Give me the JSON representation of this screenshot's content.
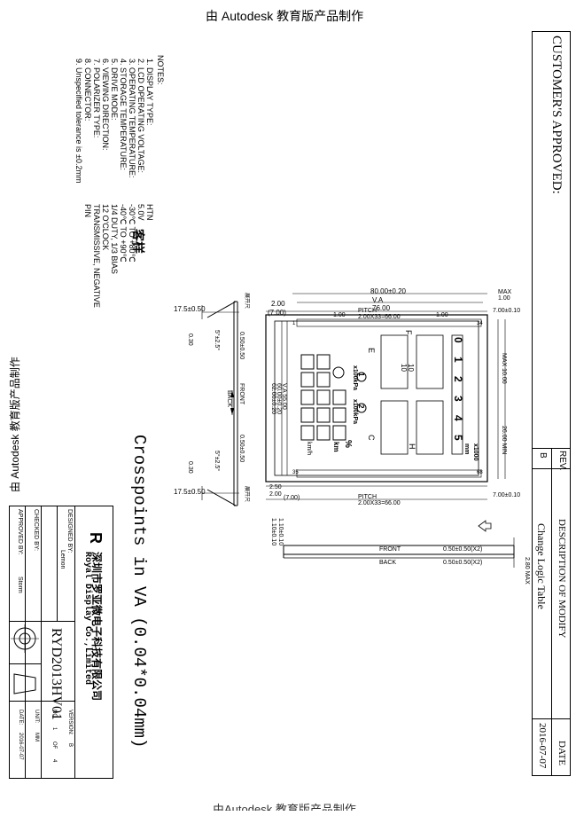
{
  "watermark": {
    "top": "由 Autodesk 教育版产品制作",
    "left": "由 Autodesk 教育版产品制作",
    "bottom": "由Autodesk 教育版产品制作"
  },
  "customer_approved": "CUSTOMER'S APPROVED:",
  "revision_table": {
    "headers": {
      "rev": "REV.",
      "description": "DESCRIPTION OF MODIFY",
      "date": "DATE"
    },
    "rows": [
      {
        "rev": "B",
        "description": "Change Logic Table",
        "date": "2016-07-07"
      }
    ]
  },
  "notes": {
    "heading": "NOTES:",
    "items": [
      {
        "label": "1. DISPLAY TYPE:",
        "value": "HTN"
      },
      {
        "label": "2. LCD OPERATING VOLTAGE:",
        "value": "5.0V"
      },
      {
        "label": "3. OPERATING TEMPERATURE:",
        "value": "-30℃ TO +80℃"
      },
      {
        "label": "4. STORAGE TEMPERATURE:",
        "value": "-40℃ TO +90℃"
      },
      {
        "label": "5. DRIVE MODE:",
        "value": "1/4 DUTY, 1/3 BIAS"
      },
      {
        "label": "6. VIEWING DIRECTION:",
        "value": "12 O'CLOCK"
      },
      {
        "label": "7. POLARIZER TYPE:",
        "value": "TRANSMISSIVE, NEGATIVE"
      },
      {
        "label": "8. CONNECTOR:",
        "value": "PIN"
      },
      {
        "label": "9. Unspecified tolerance is ±0.2mm",
        "value": ""
      }
    ],
    "stamp": "客样"
  },
  "crosspoints": "Crosspoints in VA (0.04*0.04mm)",
  "dimensions": {
    "width": "80.00±0.20",
    "va": "V.A 76.00",
    "max_top": "MAX 1.00",
    "left_2": "2.00",
    "left_7": "(7.00)",
    "pitch_1": "1.00",
    "pitch_top": "PITCH 2.00X33=66.00",
    "pitch_1b": "1.00",
    "right_7": "7.00±0.10",
    "pin_first": "1",
    "pin_34": "34",
    "va_h": "V.A 55.00",
    "v60": "60.00±0.20",
    "v62": "62.00±0.20",
    "max10": "MAX 10.00",
    "min26": "26.00 MIN",
    "b_250": "2.50",
    "b_200": "2.00",
    "b_7": "(7.00)",
    "pitch_bot": "PITCH 2.00X33=66.00",
    "pin_35": "35",
    "pin_68": "68",
    "right_7b": "7.00±0.10",
    "thick1": "1.10±0.10",
    "thick2": "1.10±0.10",
    "front_right": "0.50±0.50(X2)",
    "back_right": "0.50±0.50(X2)",
    "max280": "2.80 MAX",
    "front": "FRONT",
    "back": "BACK"
  },
  "side_view": {
    "top_dim": "17.5±0.50",
    "bot_dim": "17.5±0.50",
    "d030a": "0.30",
    "d030b": "0.30",
    "angle1": "5°±2.5°",
    "angle2": "5°±2.5°",
    "front": "FRONT",
    "back": "BACK",
    "d050a": "0.50±0.50",
    "d050b": "0.50±0.50",
    "mark1": "展开尺",
    "mark2": "展开尺"
  },
  "lcd": {
    "digits": [
      "0",
      "1",
      "2",
      "3",
      "4",
      "5"
    ],
    "unit_mm": "mm",
    "x1000": "x1000",
    "x100kpa1": "x100kPa",
    "x100kpa2": "x100kPa",
    "c1": "1",
    "c2": "2",
    "pct": "%",
    "km": "km",
    "kmh": "km/h",
    "seg_f": "F",
    "seg_e": "E",
    "seg_c": "C",
    "seg_h": "H",
    "marks_10": "10",
    "marks_20": "10"
  },
  "title_block": {
    "company_cn": "深圳市罗亚微电子科技有限公司",
    "company_en": "Royal Display Co.,Limited",
    "designed_by_label": "DESIGNED BY:",
    "designed_by": "Lemon",
    "checked_by_label": "CHECKED BY:",
    "approved_by_label": "APPROVED BY:",
    "approved_by": "Storm",
    "part_no": "RYD2013HV01",
    "version_label": "VERSION:",
    "version": "B",
    "no_label": "NO.",
    "no": "1",
    "of": "OF",
    "of_total": "4",
    "unit_label": "UNIT:",
    "unit": "MM",
    "date_label": "DATE:",
    "date": "2016-07-07"
  }
}
